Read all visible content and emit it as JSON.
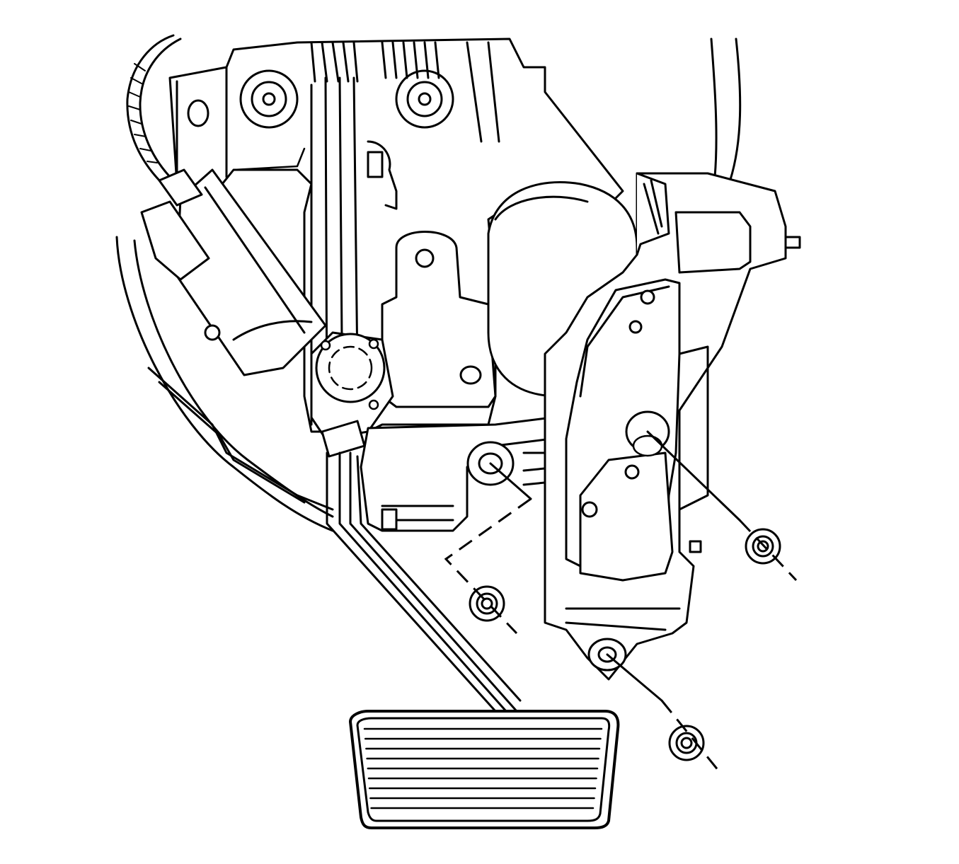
{
  "diagram": {
    "description_visible_text": "",
    "colors": {
      "line": "#000000",
      "background": "#ffffff"
    },
    "components": [
      {
        "name": "accelerator-pedal-assembly"
      },
      {
        "name": "pedal-pad"
      },
      {
        "name": "pedal-arm"
      },
      {
        "name": "mounting-bracket"
      },
      {
        "name": "brake-pedal-bracket"
      },
      {
        "name": "electric-motor-actuator"
      },
      {
        "name": "wiring-harness"
      },
      {
        "name": "electrical-connector"
      }
    ],
    "fasteners": [
      {
        "name": "nut-upper-right"
      },
      {
        "name": "nut-left"
      },
      {
        "name": "nut-lower"
      }
    ]
  }
}
